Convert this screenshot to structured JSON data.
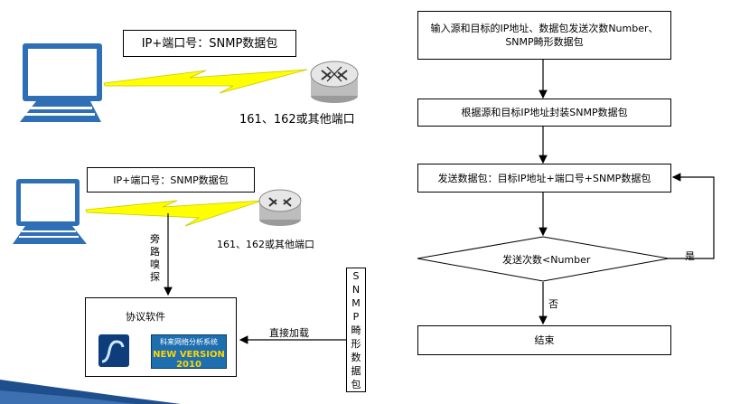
{
  "left_top": {
    "packet_label": "IP+端口号：SNMP数据包",
    "ports_label": "161、162或其他端口"
  },
  "left_bottom": {
    "packet_label": "IP+端口号：SNMP数据包",
    "ports_label": "161、162或其他端口",
    "sniff_label": "旁路嗅探",
    "software_title": "协议软件",
    "software_logo_line1": "科来网络分析系统",
    "software_logo_line2": "NEW VERSION 2010",
    "direct_load_label": "直接加载",
    "snmp_malformed_label": "SNMP畸形数据包"
  },
  "flowchart": {
    "step1": "输入源和目标的IP地址、数据包发送次数Number、SNMP畸形数据包",
    "step2": "根据源和目标IP地址封装SNMP数据包",
    "step3": "发送数据包：目标IP地址+端口号+SNMP数据包",
    "decision": "发送次数<Number",
    "yes_label": "是",
    "no_label": "否",
    "end": "结束"
  },
  "colors": {
    "lightning": "#ffff00",
    "monitor_blue": "#2f6fb5",
    "software_logo_bg": "#1e6fb0"
  }
}
